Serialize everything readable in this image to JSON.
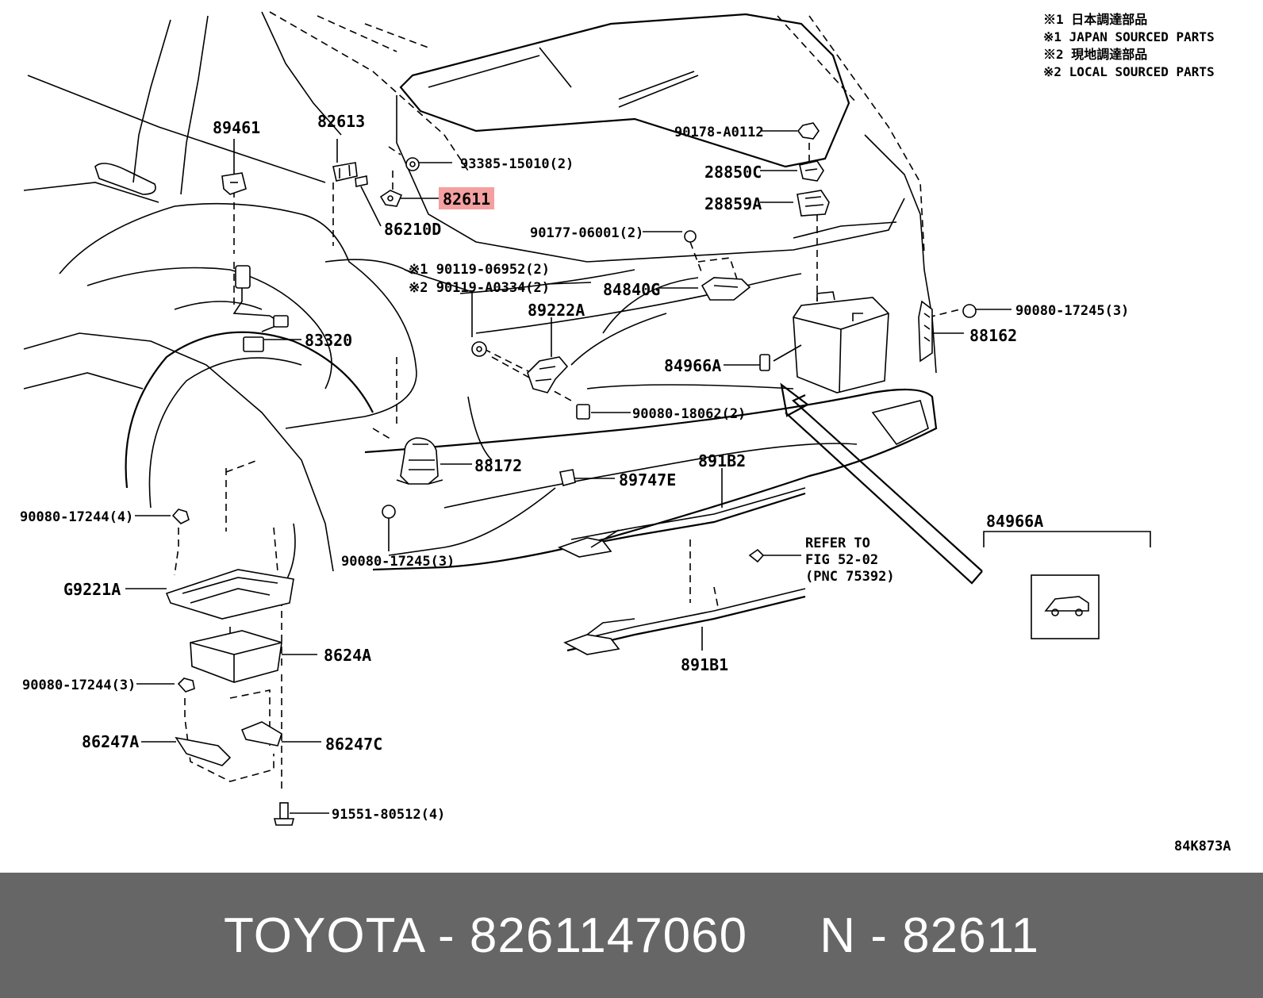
{
  "notes": [
    "※1 日本調達部品",
    "※1 JAPAN SOURCED PARTS",
    "※2 現地調達部品",
    "※2 LOCAL SOURCED PARTS"
  ],
  "labels": {
    "p89461": "89461",
    "p82613": "82613",
    "p93385": "93385-15010(2)",
    "p82611": "82611",
    "p86210D": "86210D",
    "p90178": "90178-A0112",
    "p28850C": "28850C",
    "p28859A": "28859A",
    "p90177": "90177-06001(2)",
    "p90119a": "※1 90119-06952(2)",
    "p90119b": "※2 90119-A0334(2)",
    "p84840G": "84840G",
    "p89222A": "89222A",
    "p90080_17245_top": "90080-17245(3)",
    "p88162": "88162",
    "p83320": "83320",
    "p84966A": "84966A",
    "p90080_18062": "90080-18062(2)",
    "p88172": "88172",
    "p89747E": "89747E",
    "p891B2": "891B2",
    "p90080_17244_4": "90080-17244(4)",
    "p84966A_inset": "84966A",
    "refer1": "REFER TO",
    "refer2": "FIG 52-02",
    "refer3": "(PNC 75392)",
    "p90080_17245_bot": "90080-17245(3)",
    "pG9221A": "G9221A",
    "p8624A": "8624A",
    "p891B1": "891B1",
    "p90080_17244_3": "90080-17244(3)",
    "p86247A": "86247A",
    "p86247C": "86247C",
    "p91551": "91551-80512(4)",
    "figure_id": "84K873A"
  },
  "highlight_color": "#f4a0a0",
  "footer": {
    "text": "TOYOTA - 8261147060     N - 82611"
  }
}
